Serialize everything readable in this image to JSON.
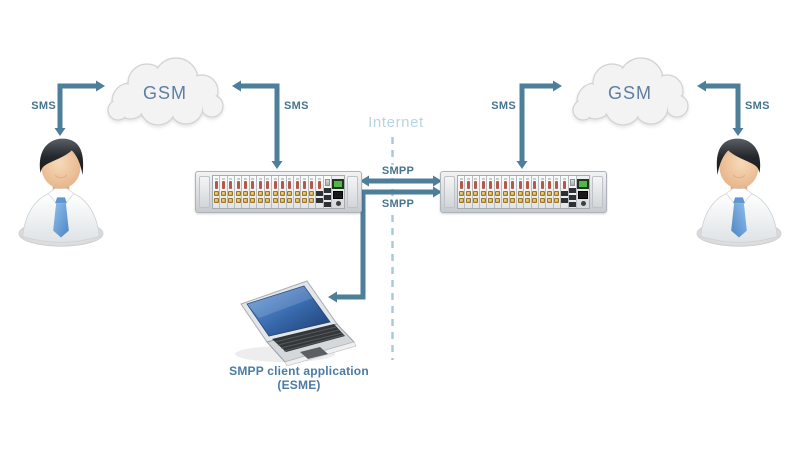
{
  "diagram": {
    "internet_label": "Internet",
    "clouds": [
      {
        "label": "GSM"
      },
      {
        "label": "GSM"
      }
    ],
    "link_labels": {
      "sms_person_left": "SMS",
      "sms_rack_left": "SMS",
      "smpp_upper": "SMPP",
      "smpp_lower": "SMPP",
      "sms_rack_right": "SMS",
      "sms_person_right": "SMS"
    },
    "laptop_caption": {
      "line1": "SMPP client application",
      "line2": "(ESME)"
    },
    "racks": [
      {
        "module_count": 17
      },
      {
        "module_count": 17
      }
    ],
    "colors": {
      "arrow": "#4d7e9a",
      "label_text": "#46748f",
      "internet_text": "#b7d4e4",
      "dashed_line": "#a6c9db",
      "gsm_text": "#5d7ea3",
      "caption_text": "#4a7ba5"
    }
  }
}
